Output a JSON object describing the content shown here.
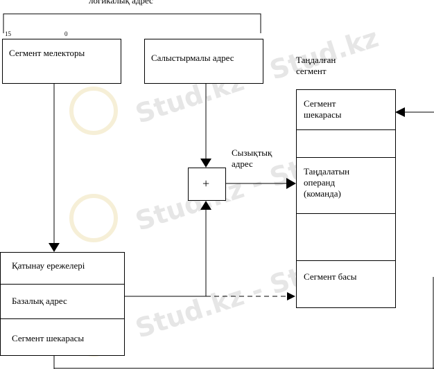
{
  "top_label": "логикалық адрес",
  "bit_high": "15",
  "bit_low": "0",
  "selector_label": "Сегмент мелекторы",
  "offset_label": "Салыстырмалы адрес",
  "adder_symbol": "+",
  "linear_label_line1": "Сызықтық",
  "linear_label_line2": "адрес",
  "selected_segment_line1": "Таңдалған",
  "selected_segment_line2": "сегмент",
  "segment_cells": {
    "limit_line1": "Сегмент",
    "limit_line2": "шекарасы",
    "operand_line1": "Таңдалатын",
    "operand_line2": "операнд",
    "operand_line3": "(команда)",
    "base": "Сегмент басы"
  },
  "descriptor": {
    "access_rules": "Қатынау ережелері",
    "base_address": "Базалық адрес",
    "segment_limit": "Сегмент шекарасы"
  },
  "watermark": "Stud.kz - Stud.kz"
}
